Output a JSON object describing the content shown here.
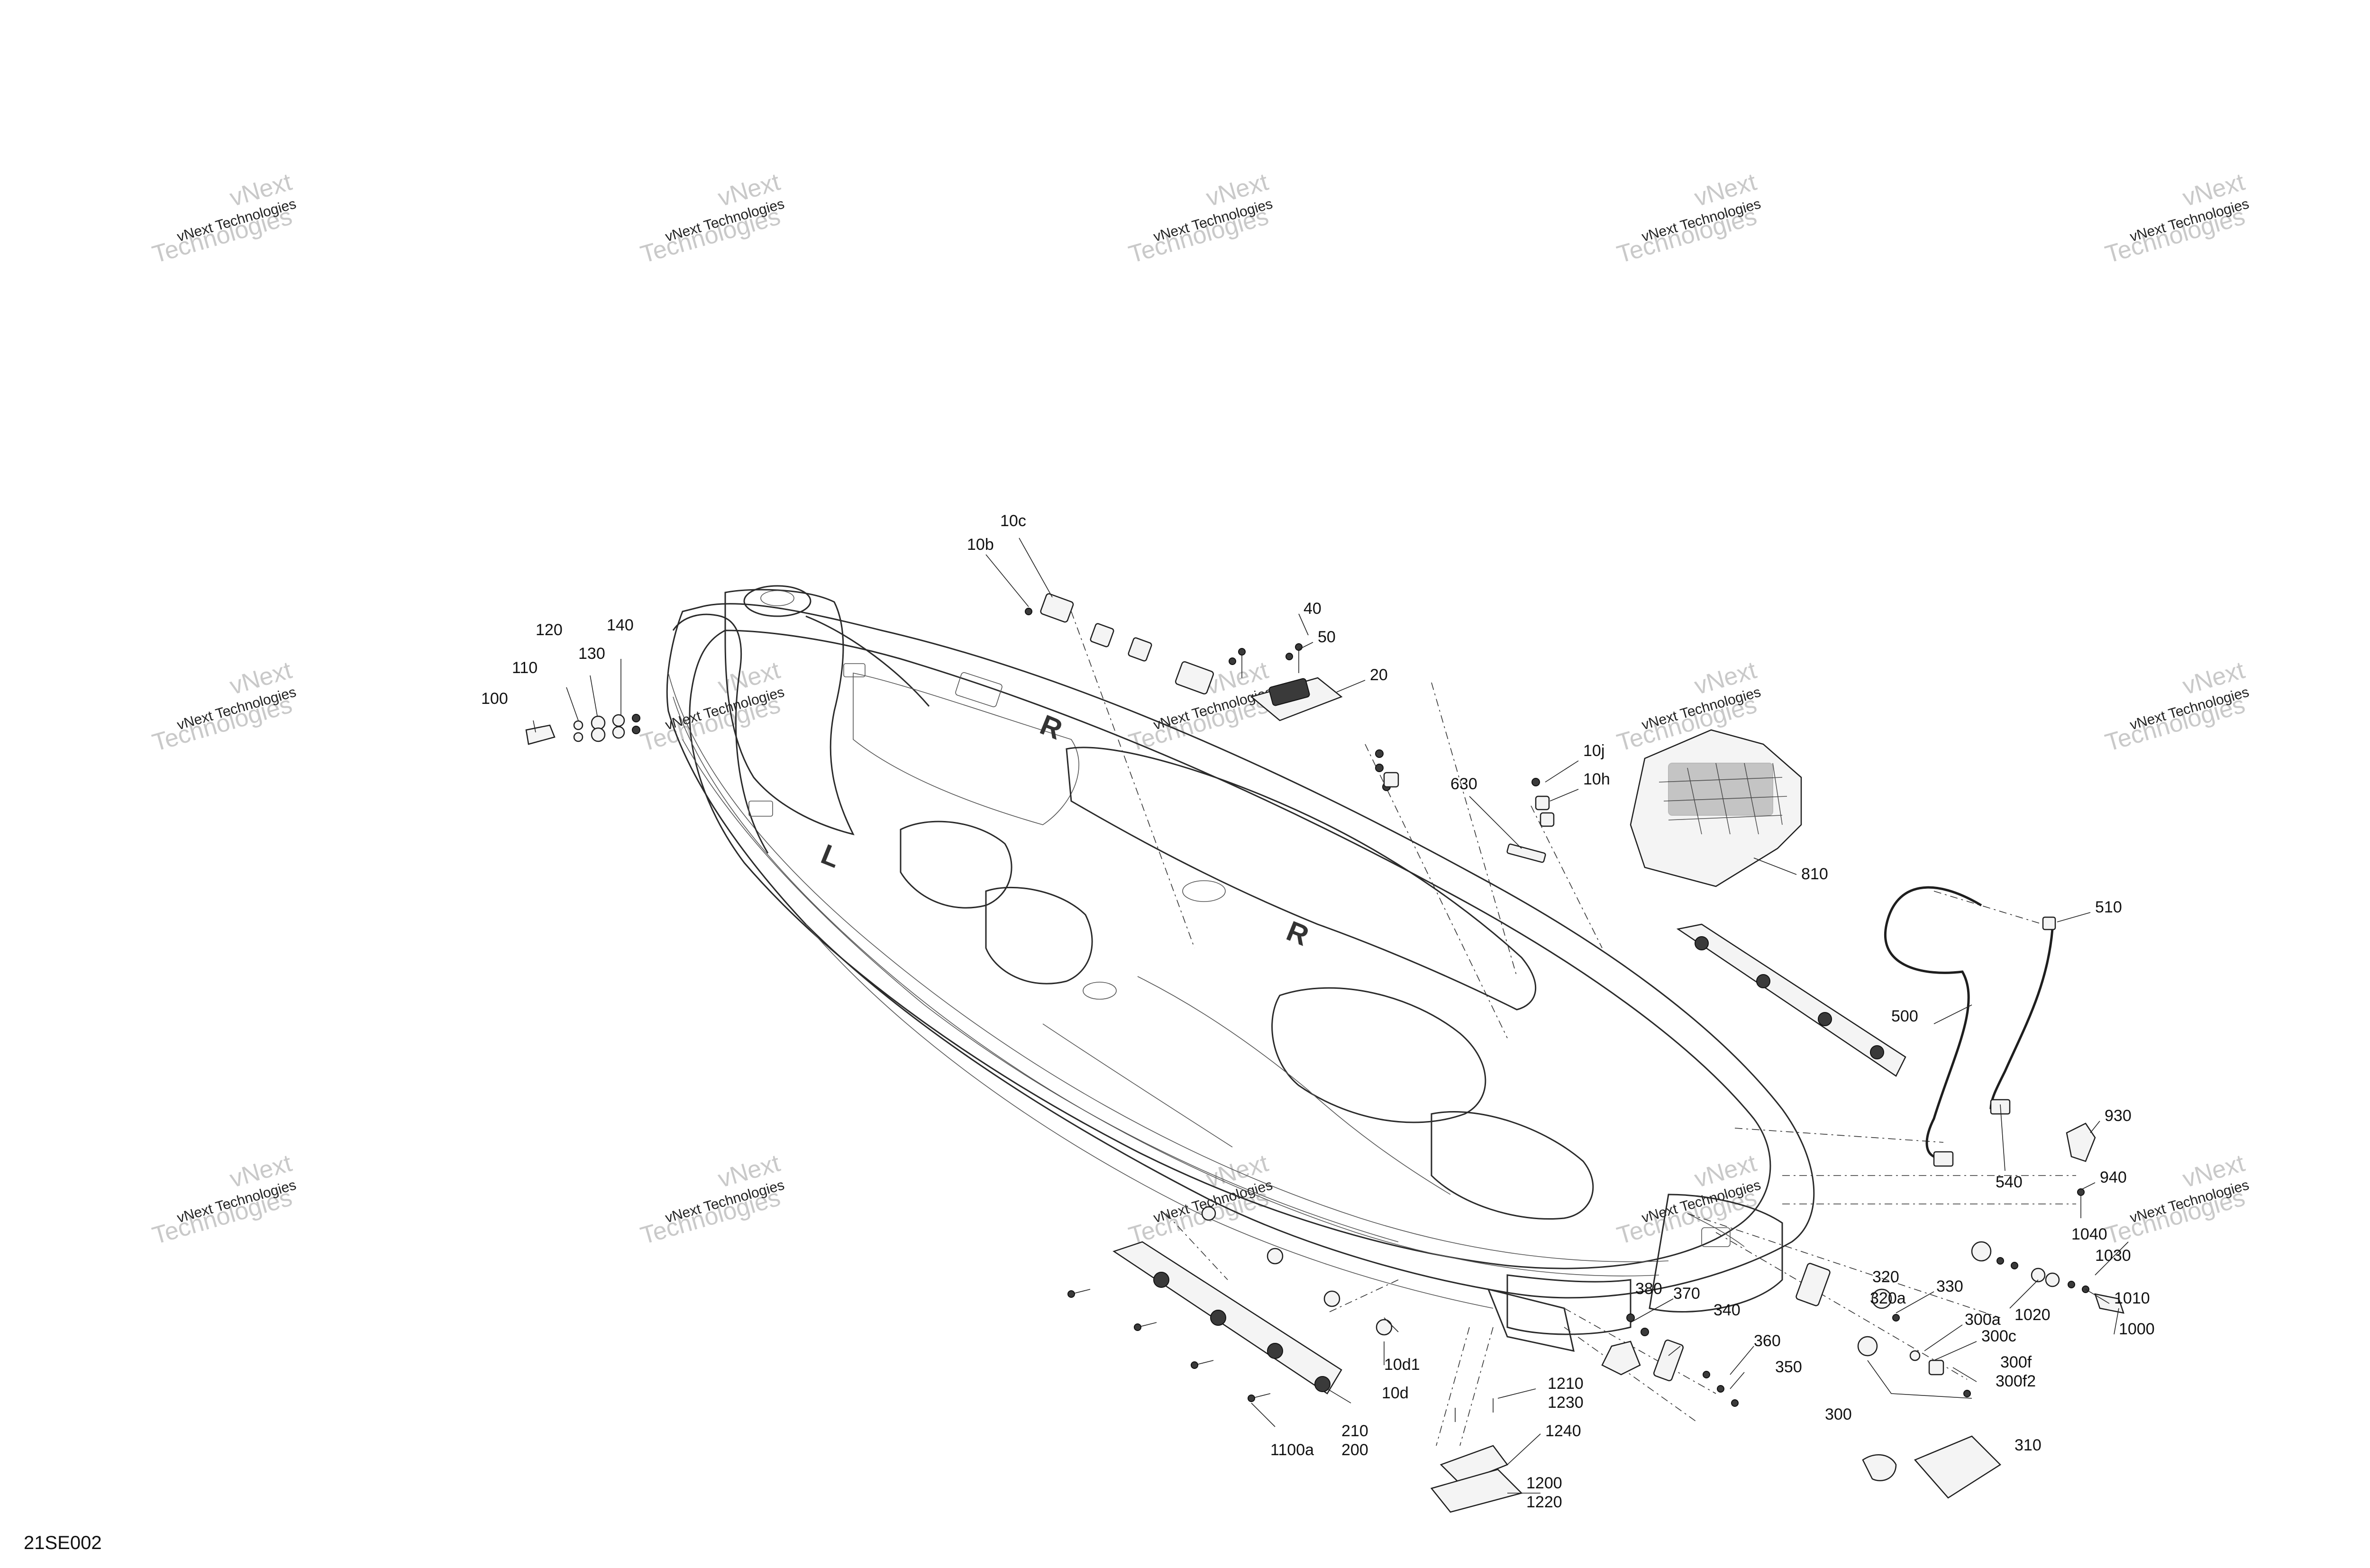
{
  "diagram_id": "21SE002",
  "hull_markings": [
    "L",
    "R",
    "R"
  ],
  "watermark": {
    "line1": "vNext Technologies",
    "line2": "vNext\nTechnologies"
  },
  "callouts": [
    "10c",
    "10b",
    "40",
    "50",
    "20",
    "140",
    "120",
    "130",
    "110",
    "100",
    "10j",
    "630",
    "10h",
    "810",
    "510",
    "500",
    "540",
    "930",
    "940",
    "1040",
    "1030",
    "1010",
    "1020",
    "1000",
    "320",
    "320a",
    "330",
    "300a",
    "300c",
    "300f",
    "300f2",
    "300",
    "310",
    "380",
    "370",
    "340",
    "360",
    "350",
    "1210",
    "1230",
    "1240",
    "1200",
    "1220",
    "10d1",
    "10d",
    "210",
    "200",
    "1100a"
  ],
  "colors": {
    "line": "#1e1e1e",
    "watermark": "#c9c9c9",
    "background": "#ffffff"
  }
}
